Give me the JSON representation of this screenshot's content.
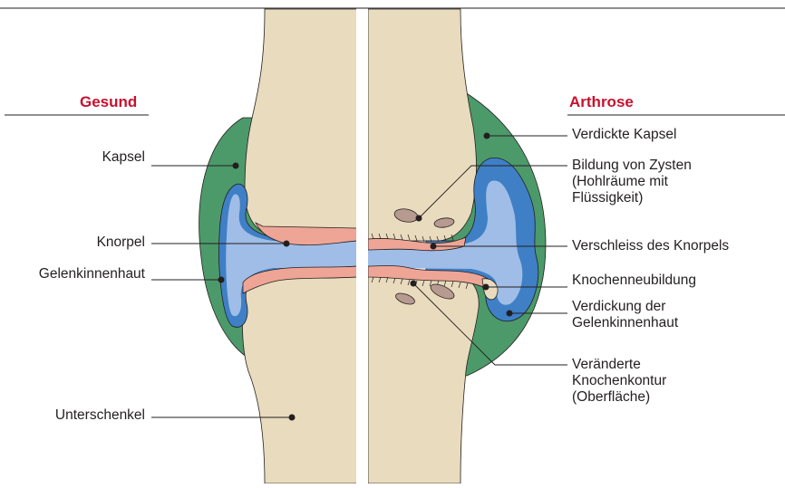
{
  "diagram": {
    "healthy_title": "Gesund",
    "arthrosis_title": "Arthrose",
    "left_labels": {
      "capsule": "Kapsel",
      "cartilage": "Knorpel",
      "synovium": "Gelenkinnenhaut",
      "lower_leg": "Unterschenkel"
    },
    "right_labels": {
      "thickened_capsule": "Verdickte Kapsel",
      "cysts": "Bildung von Zysten\n(Hohlräume mit\nFlüssigkeit)",
      "cartilage_wear": "Verschleiss des Knorpels",
      "bone_formation": "Knochenneubildung",
      "synovium_thickening": "Verdickung der\nGelenkinnenhaut",
      "bone_contour": "Veränderte\nKnochenkontur\n(Oberfläche)"
    },
    "colors": {
      "bone": "#e9dbbd",
      "capsule": "#4c9a6a",
      "synovium": "#3f7fc6",
      "fluid": "#9fbde6",
      "cartilage": "#eea596",
      "cyst": "#b79a90",
      "accent": "#c8102e"
    }
  }
}
